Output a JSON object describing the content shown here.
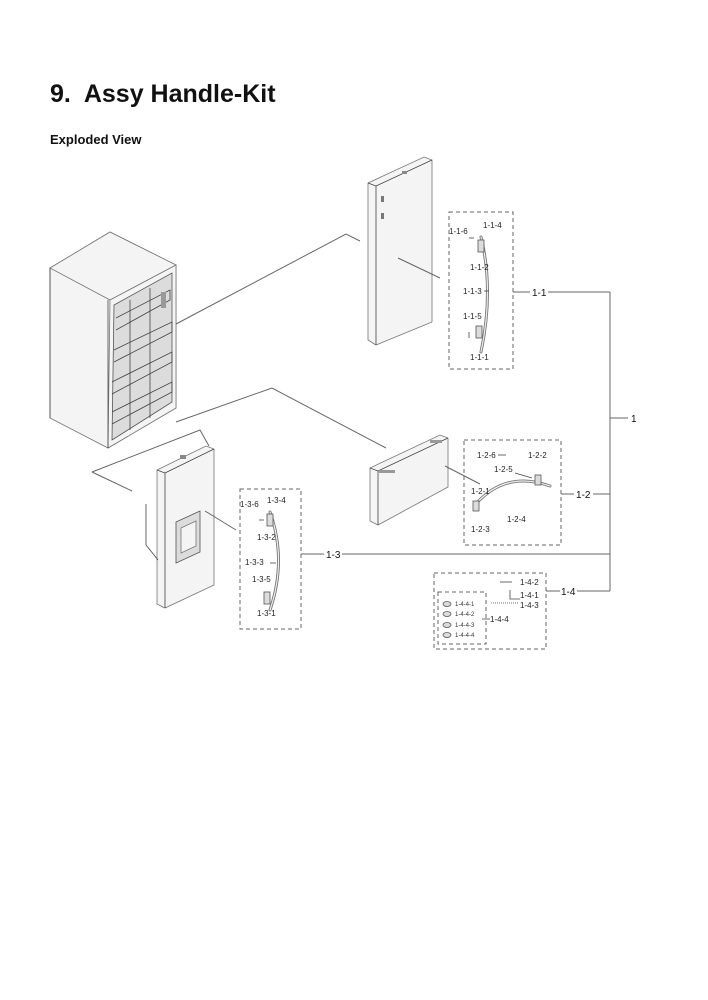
{
  "page": {
    "heading_number": "9.",
    "heading_title": "Assy Handle-Kit",
    "subheading": "Exploded View"
  },
  "diagram": {
    "root_label": "1",
    "groups": [
      {
        "id": "1-1",
        "label": "1-1",
        "parts": [
          "1-1-6",
          "1-1-4",
          "1-1-2",
          "1-1-3",
          "1-1-5",
          "1-1-1"
        ]
      },
      {
        "id": "1-2",
        "label": "1-2",
        "parts": [
          "1-2-6",
          "1-2-2",
          "1-2-5",
          "1-2-1",
          "1-2-4",
          "1-2-3"
        ]
      },
      {
        "id": "1-3",
        "label": "1-3",
        "parts": [
          "1-3-6",
          "1-3-4",
          "1-3-2",
          "1-3-3",
          "1-3-5",
          "1-3-1"
        ]
      },
      {
        "id": "1-4",
        "label": "1-4",
        "parts": [
          "1-4-2",
          "1-4-1",
          "1-4-3",
          "1-4-4"
        ],
        "subparts": [
          "1-4-4-1",
          "1-4-4-2",
          "1-4-4-3",
          "1-4-4-4"
        ]
      }
    ]
  }
}
